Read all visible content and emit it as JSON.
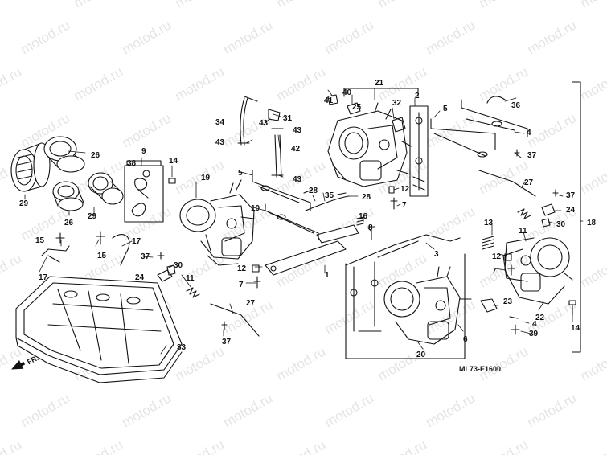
{
  "watermark": "motod.ru",
  "diagram_code": "ML73-E1600",
  "front_marker": "FR.",
  "colors": {
    "ink": "#111111",
    "paper": "#ffffff",
    "watermark": "#cfcfcf"
  },
  "callouts": [
    "1",
    "2",
    "3",
    "4",
    "5",
    "6",
    "7",
    "8",
    "9",
    "10",
    "11",
    "12",
    "13",
    "14",
    "15",
    "16",
    "17",
    "18",
    "19",
    "20",
    "21",
    "22",
    "23",
    "24",
    "25",
    "26",
    "27",
    "28",
    "29",
    "30",
    "31",
    "32",
    "33",
    "34",
    "35",
    "36",
    "37",
    "38",
    "39",
    "40",
    "41",
    "42",
    "43"
  ]
}
